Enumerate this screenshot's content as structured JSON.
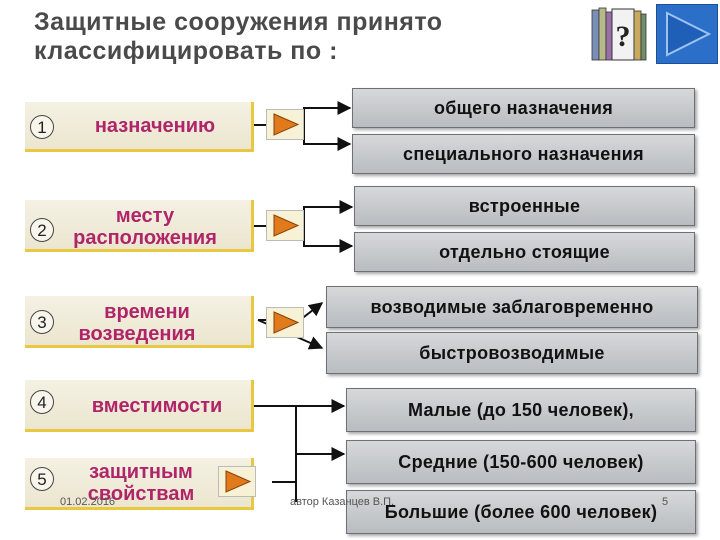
{
  "title": {
    "line1": "Защитные сооружения принято",
    "line2": "классифицировать по :"
  },
  "icons": {
    "book": "book-question-icon",
    "nav": "next-arrow-icon",
    "nav_color": "#2c6fc9",
    "play": "play-triangle-icon"
  },
  "categories": [
    {
      "number": "1",
      "label_line1": "назначению",
      "label_line2": ""
    },
    {
      "number": "2",
      "label_line1": "месту",
      "label_line2": "расположения"
    },
    {
      "number": "3",
      "label_line1": "времени",
      "label_line2": "возведения"
    },
    {
      "number": "4",
      "label_line1": "вместимости",
      "label_line2": ""
    },
    {
      "number": "5",
      "label_line1": "защитным",
      "label_line2": "свойствам"
    }
  ],
  "results": [
    "общего назначения",
    "специального назначения",
    "встроенные",
    "отдельно стоящие",
    "возводимые заблаговременно",
    "быстровозводимые",
    "Малые (до 150 человек),",
    "Средние (150-600 человек)",
    "Большие (более 600 человек)"
  ],
  "footer": {
    "date": "01.02.2016",
    "author": "автор Казанцев В.П.",
    "page": "5"
  },
  "colors": {
    "category_text": "#b0246a",
    "category_accent": "#e8c840",
    "play_arrow": "#e07a1a"
  }
}
